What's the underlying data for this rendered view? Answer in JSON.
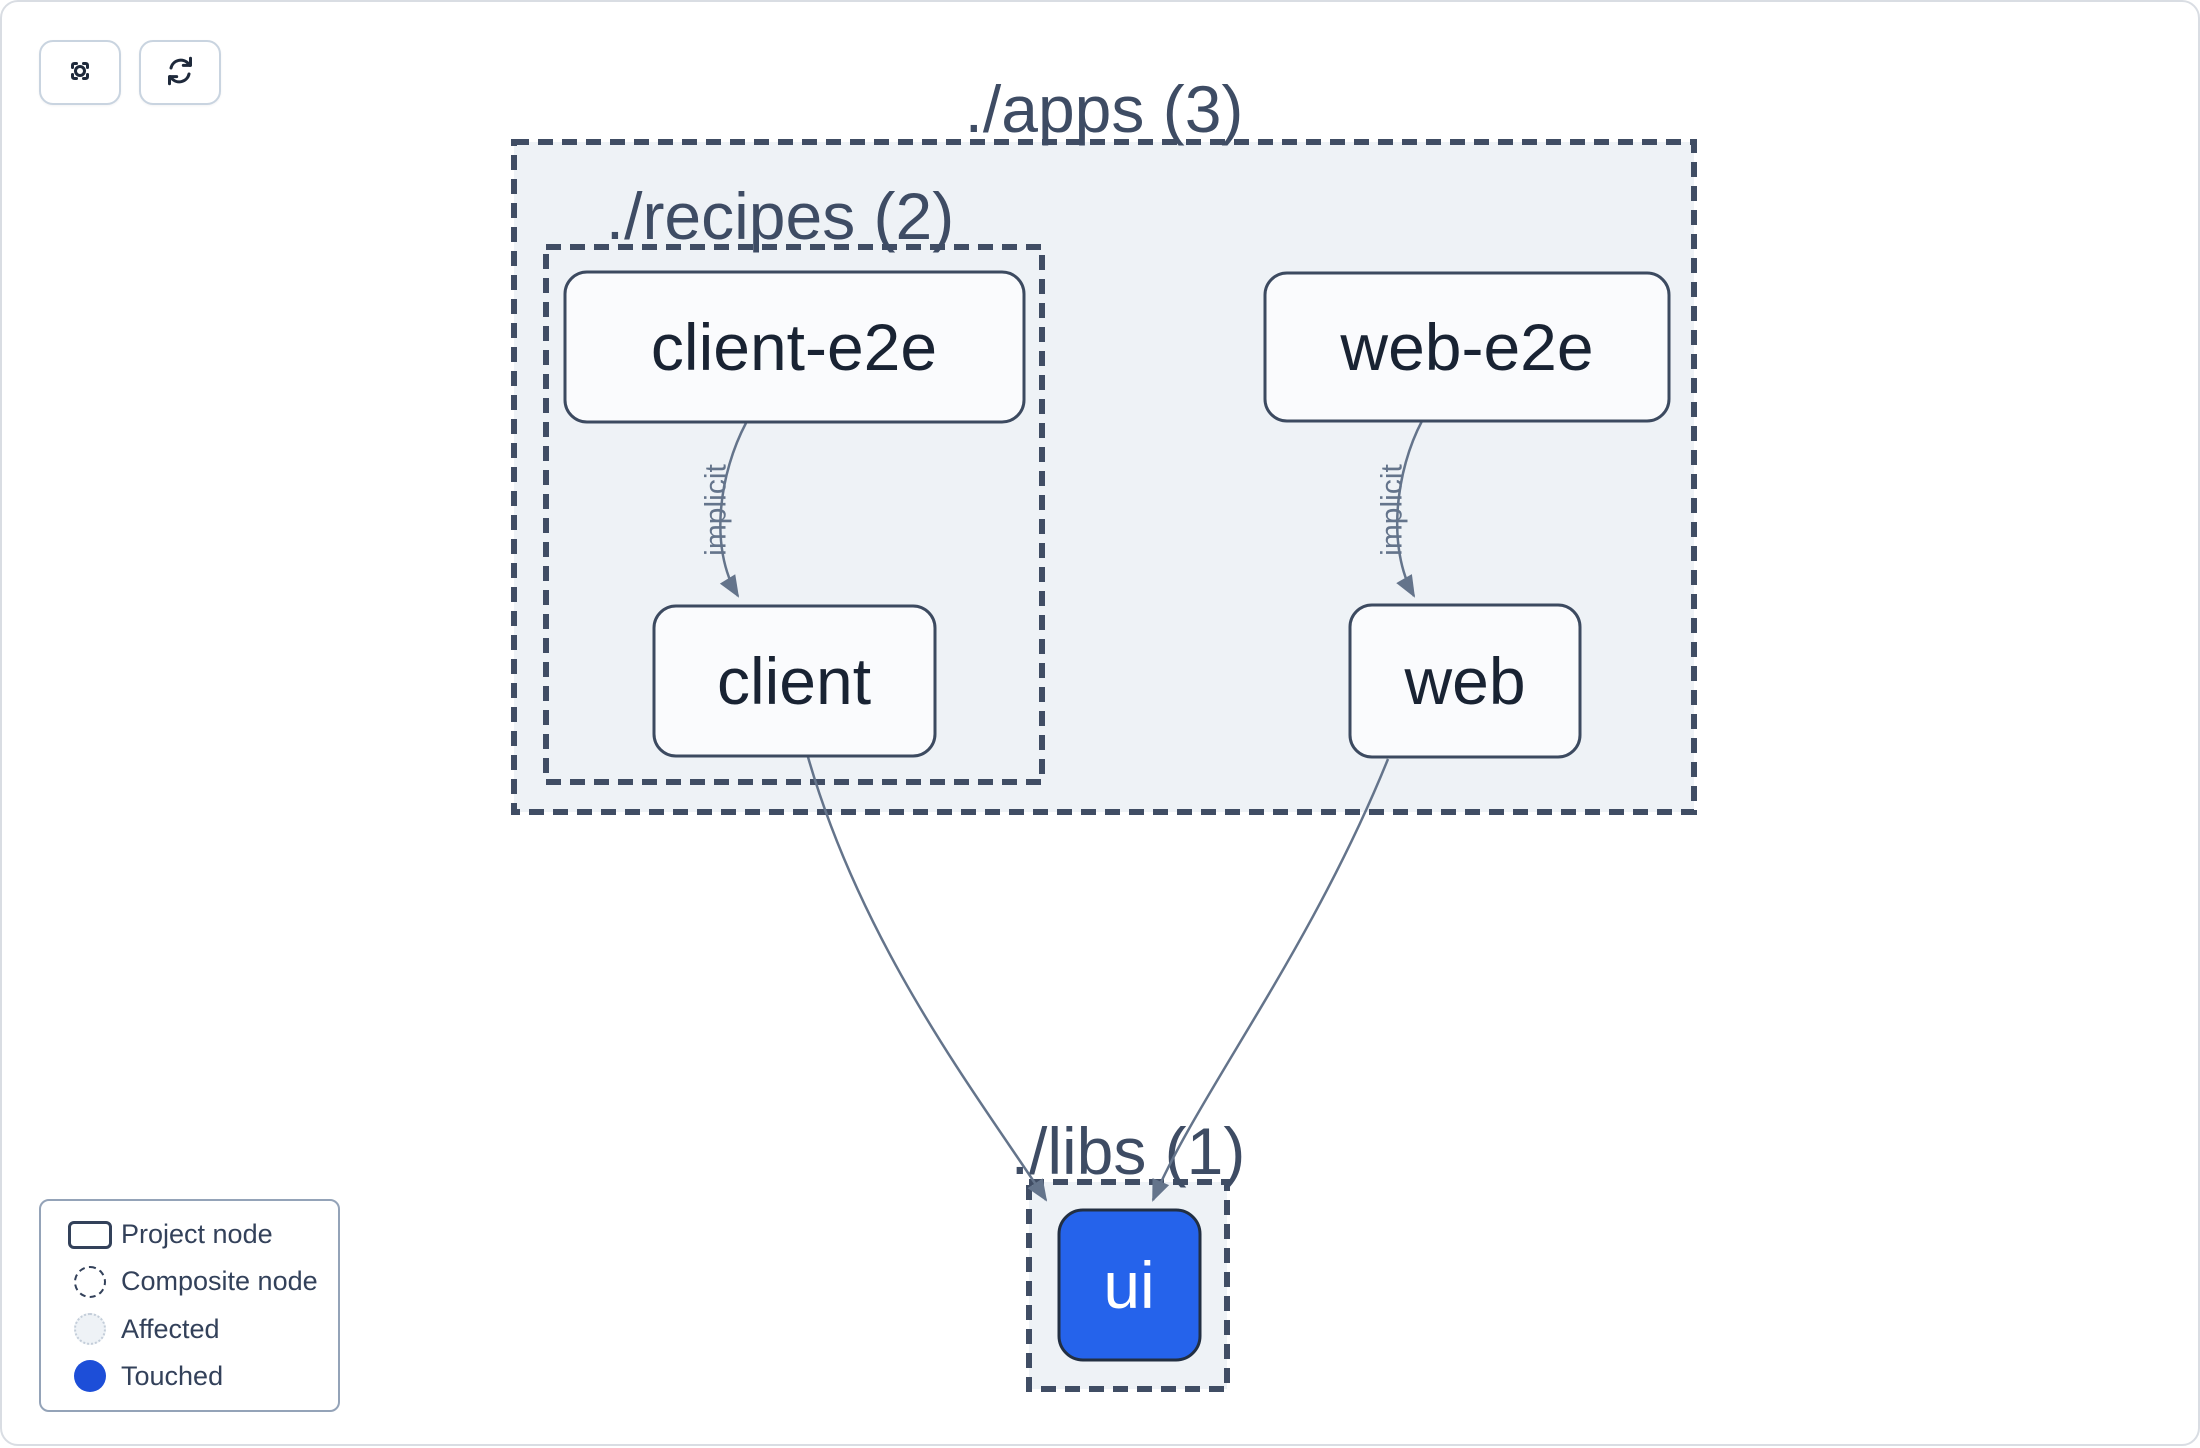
{
  "toolbar": {
    "buttons": [
      {
        "icon": "focus-icon"
      },
      {
        "icon": "refresh-icon"
      }
    ]
  },
  "graph": {
    "groups": [
      {
        "id": "apps",
        "label": "./apps (3)"
      },
      {
        "id": "recipes",
        "label": "./recipes (2)"
      },
      {
        "id": "libs",
        "label": "./libs (1)"
      }
    ],
    "nodes": [
      {
        "id": "client-e2e",
        "label": "client-e2e",
        "type": "project"
      },
      {
        "id": "client",
        "label": "client",
        "type": "project"
      },
      {
        "id": "web-e2e",
        "label": "web-e2e",
        "type": "project"
      },
      {
        "id": "web",
        "label": "web",
        "type": "project"
      },
      {
        "id": "ui",
        "label": "ui",
        "type": "project",
        "state": "touched"
      }
    ],
    "edge_labels": [
      {
        "label": "implicit"
      },
      {
        "label": "implicit"
      }
    ]
  },
  "legend": {
    "items": [
      {
        "label": "Project node"
      },
      {
        "label": "Composite node"
      },
      {
        "label": "Affected"
      },
      {
        "label": "Touched"
      }
    ]
  },
  "colors": {
    "touched_blue": "#2563eb",
    "legend_touched_blue": "#1d4ed8",
    "container_fill": "#eef2f6",
    "edge": "#64748b",
    "border_dark": "#404d64"
  }
}
